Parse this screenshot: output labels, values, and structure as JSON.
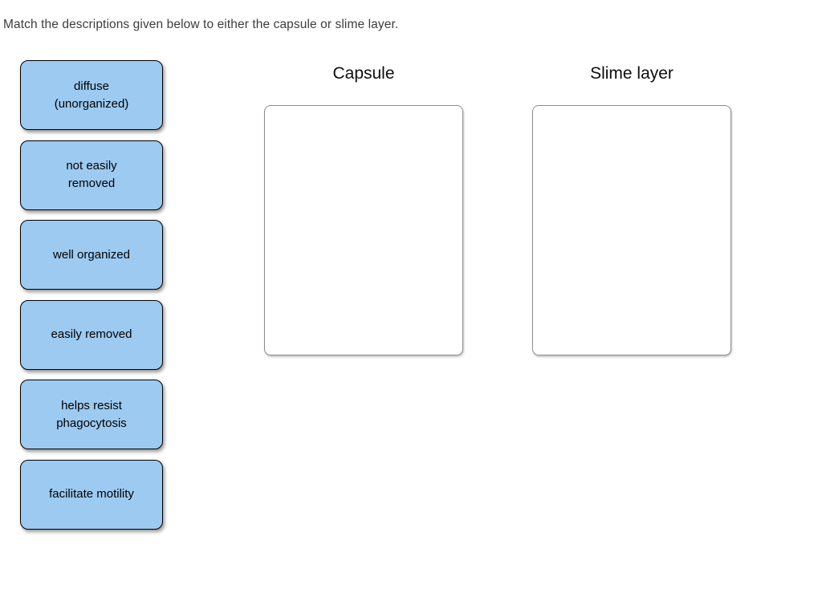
{
  "prompt": "Match the descriptions given below to either the capsule or slime layer.",
  "chips": [
    {
      "label": "diffuse\n(unorganized)"
    },
    {
      "label": "not easily\nremoved"
    },
    {
      "label": "well organized"
    },
    {
      "label": "easily removed"
    },
    {
      "label": "helps resist\nphagocytosis"
    },
    {
      "label": "facilitate motility"
    }
  ],
  "columns": [
    {
      "header": "Capsule"
    },
    {
      "header": "Slime layer"
    }
  ],
  "colors": {
    "chip_fill": "#9dcaf1",
    "chip_border": "#000000",
    "dropzone_border": "#8d8d8d",
    "prompt_text": "#3d3d3d",
    "header_text": "#0d0d0d"
  }
}
